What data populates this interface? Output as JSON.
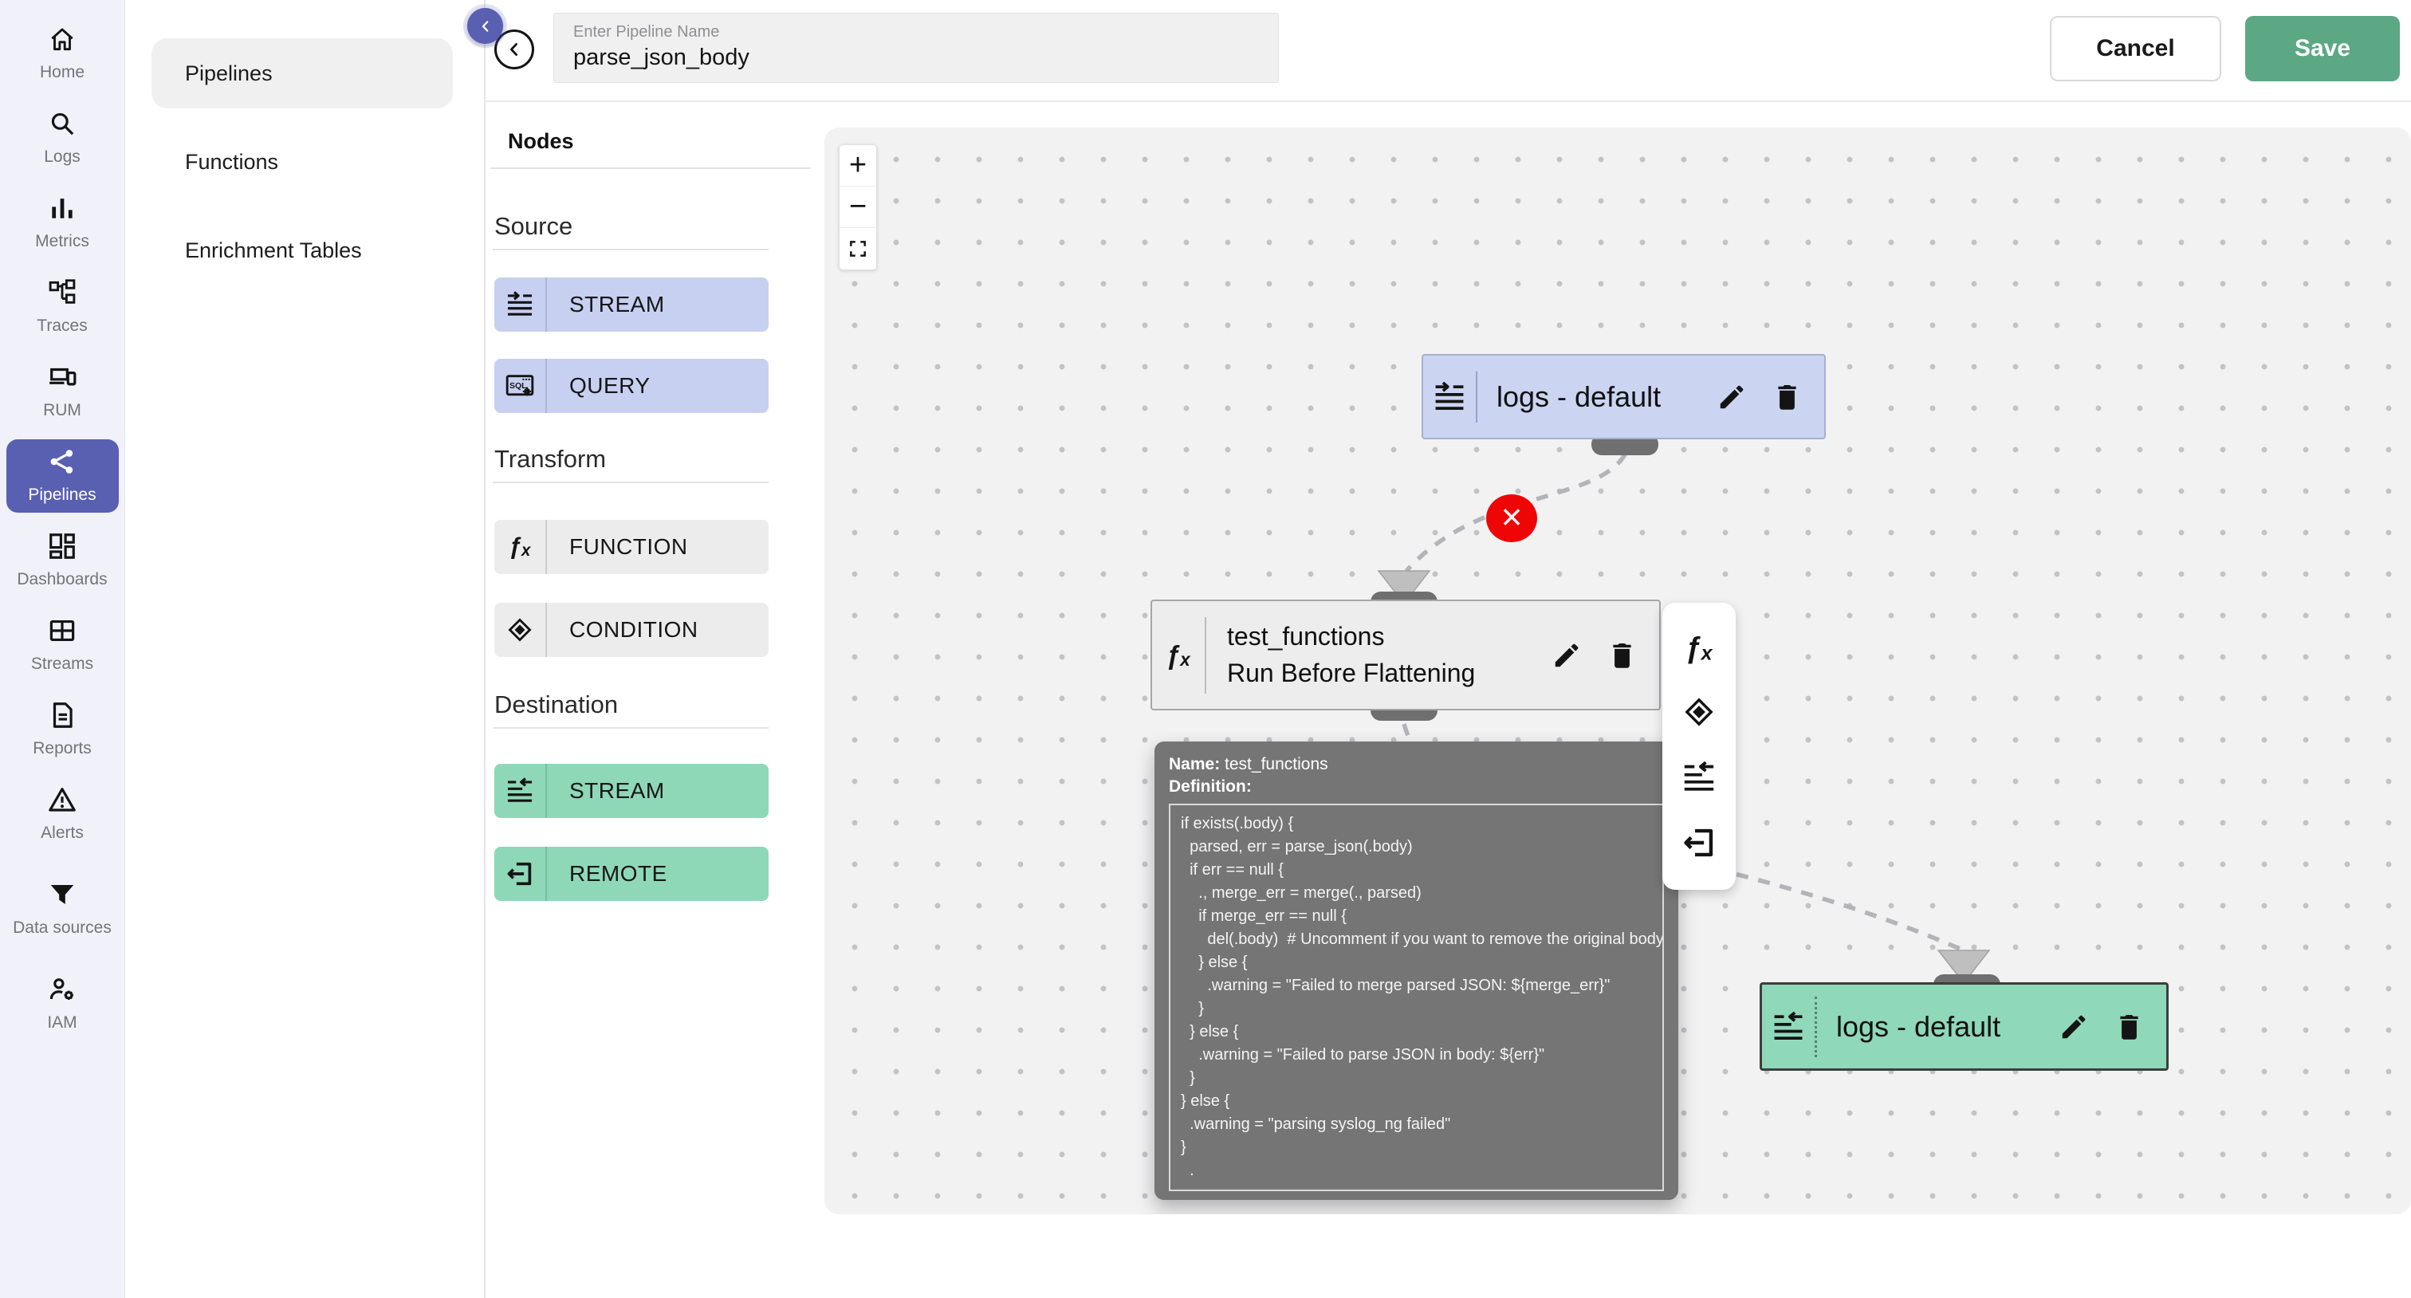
{
  "topbar": {
    "pipeline_name_label": "Enter Pipeline Name",
    "pipeline_name_value": "parse_json_body",
    "cancel_label": "Cancel",
    "save_label": "Save"
  },
  "sidebar": {
    "items": [
      {
        "label": "Home",
        "icon": "home-icon"
      },
      {
        "label": "Logs",
        "icon": "search-icon"
      },
      {
        "label": "Metrics",
        "icon": "bar-chart-icon"
      },
      {
        "label": "Traces",
        "icon": "schema-icon"
      },
      {
        "label": "RUM",
        "icon": "devices-icon"
      },
      {
        "label": "Pipelines",
        "icon": "share-icon",
        "active": true
      },
      {
        "label": "Dashboards",
        "icon": "dashboard-icon"
      },
      {
        "label": "Streams",
        "icon": "grid-icon"
      },
      {
        "label": "Reports",
        "icon": "report-icon"
      },
      {
        "label": "Alerts",
        "icon": "warning-icon"
      },
      {
        "label": "Data sources",
        "icon": "filter-icon"
      },
      {
        "label": "IAM",
        "icon": "user-gear-icon"
      }
    ]
  },
  "panel2": {
    "items": [
      {
        "label": "Pipelines",
        "active": true
      },
      {
        "label": "Functions"
      },
      {
        "label": "Enrichment Tables"
      }
    ]
  },
  "nodes_panel": {
    "title": "Nodes",
    "sections": [
      {
        "title": "Source",
        "buttons": [
          {
            "label": "STREAM",
            "icon": "stream-out-icon"
          },
          {
            "label": "QUERY",
            "icon": "sql-icon"
          }
        ]
      },
      {
        "title": "Transform",
        "buttons": [
          {
            "label": "FUNCTION",
            "icon": "function-icon"
          },
          {
            "label": "CONDITION",
            "icon": "condition-icon"
          }
        ]
      },
      {
        "title": "Destination",
        "buttons": [
          {
            "label": "STREAM",
            "icon": "stream-in-icon"
          },
          {
            "label": "REMOTE",
            "icon": "remote-icon"
          }
        ]
      }
    ]
  },
  "canvas": {
    "zoom_controls": {
      "zoom_in": "+",
      "zoom_out": "−"
    },
    "source_node": {
      "title": "logs - default"
    },
    "function_node": {
      "title": "test_functions",
      "subtitle": "Run Before Flattening"
    },
    "destination_node": {
      "title": "logs - default"
    },
    "edge_delete_glyph": "×",
    "tooltip": {
      "name_label": "Name:",
      "name_value": "test_functions",
      "definition_label": "Definition:",
      "code_lines": [
        "if exists(.body) {",
        "  parsed, err = parse_json(.body)",
        "  if err == null {",
        "    ., merge_err = merge(., parsed)",
        "    if merge_err == null {",
        "      del(.body)  # Uncomment if you want to remove the original body",
        "    } else {",
        "      .warning = \"Failed to merge parsed JSON: ${merge_err}\"",
        "    }",
        "  } else {",
        "    .warning = \"Failed to parse JSON in body: ${err}\"",
        "  }",
        "} else {",
        "  .warning = \"parsing syslog_ng failed\"",
        "}",
        "  ."
      ]
    }
  },
  "icons": {
    "fx_glyph": "ƒₓ"
  },
  "colors": {
    "accent_indigo": "#5960b2",
    "save_green": "#5ca884",
    "source_blue": "#c7d0f1",
    "transform_gray": "#ececec",
    "destination_green": "#8ed8b8",
    "canvas_bg": "#f2f2f3",
    "tooltip_gray": "#757575",
    "edge_delete_red": "#ee0606"
  }
}
